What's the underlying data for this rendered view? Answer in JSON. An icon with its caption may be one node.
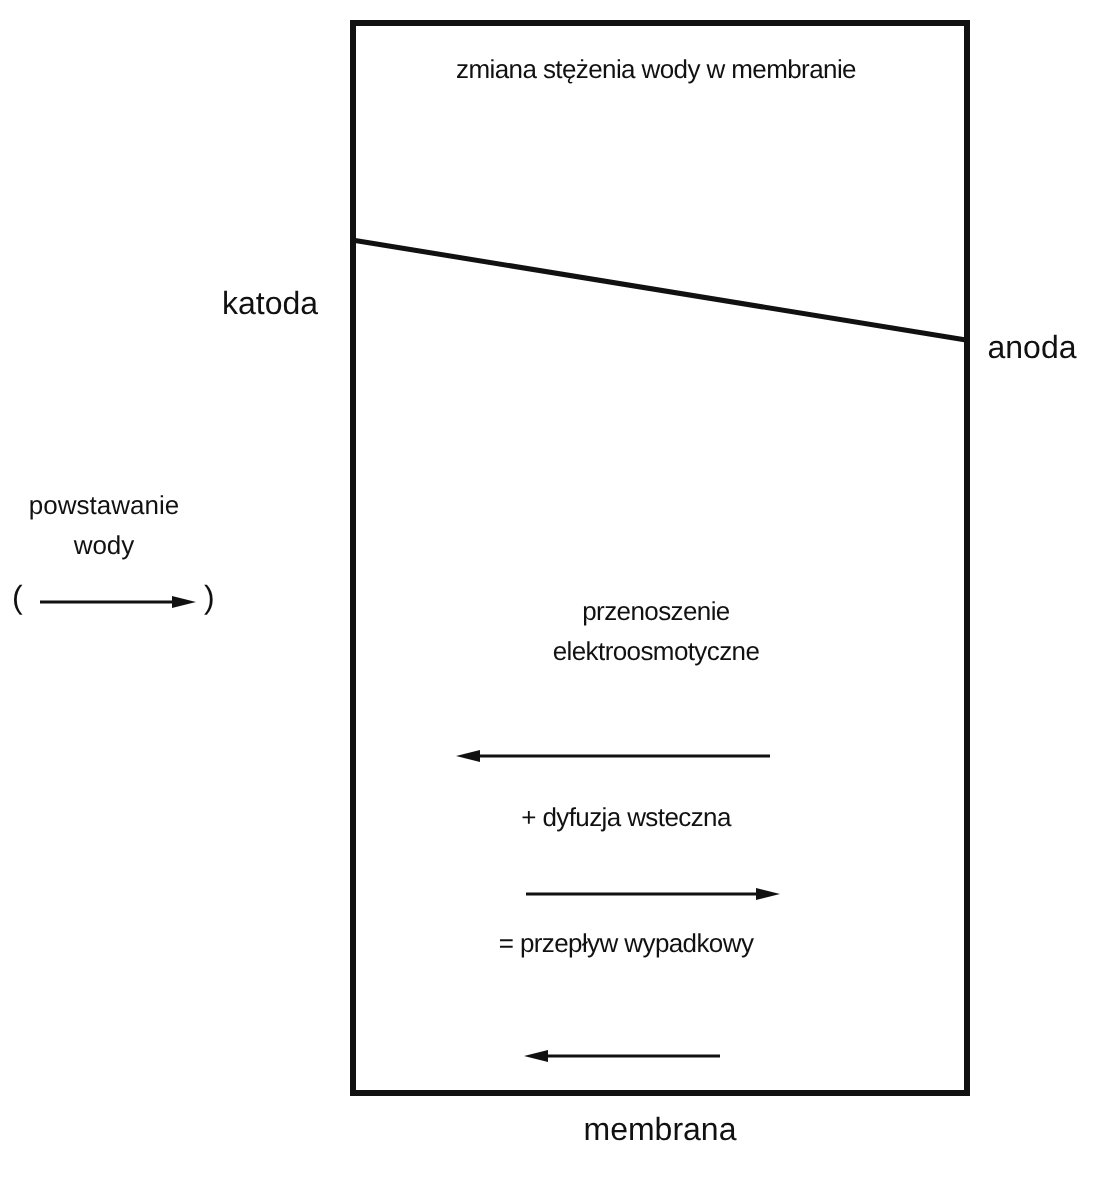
{
  "diagram": {
    "nodes": [
      {
        "text": [
          "zmiana stężenia wody w membranie",
          "przenoszenie elektroosmotyczne",
          "+ dyfuzja wsteczna",
          "= przepływ wypadkowy"
        ],
        "beside": [
          "membrana"
        ]
      }
    ],
    "labels": [
      "katoda",
      "anoda",
      "powstawanie wody",
      "(",
      ")"
    ]
  }
}
